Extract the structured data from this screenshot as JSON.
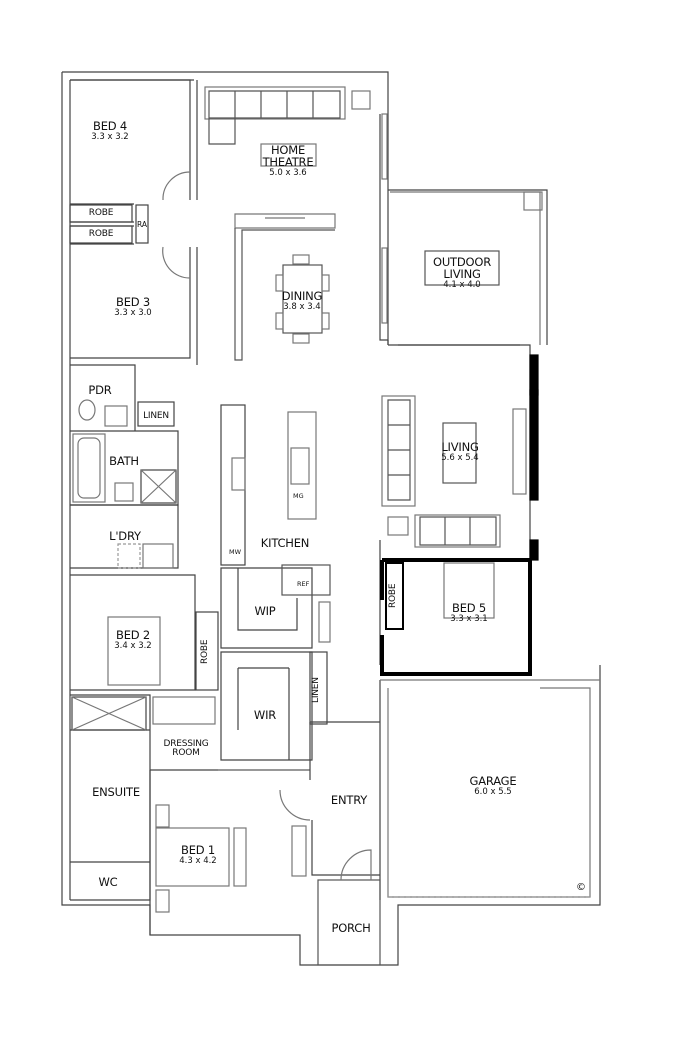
{
  "plan": {
    "type": "residential floor plan",
    "rooms": [
      {
        "id": "bed4",
        "name": "BED 4",
        "dims": "3.3 x 3.2"
      },
      {
        "id": "home_theatre",
        "name": "HOME THEATRE",
        "name_line1": "HOME",
        "name_line2": "THEATRE",
        "dims": "5.0 x 3.6"
      },
      {
        "id": "robe_a",
        "name": "ROBE"
      },
      {
        "id": "robe_b",
        "name": "ROBE"
      },
      {
        "id": "ra",
        "name": "RA"
      },
      {
        "id": "outdoor_living",
        "name": "OUTDOOR LIVING",
        "name_line1": "OUTDOOR",
        "name_line2": "LIVING",
        "dims": "4.1 x 4.0"
      },
      {
        "id": "bed3",
        "name": "BED 3",
        "dims": "3.3 x 3.0"
      },
      {
        "id": "dining",
        "name": "DINING",
        "dims": "3.8 x 3.4"
      },
      {
        "id": "pdr",
        "name": "PDR"
      },
      {
        "id": "linen_1",
        "name": "LINEN"
      },
      {
        "id": "bath",
        "name": "BATH"
      },
      {
        "id": "living",
        "name": "LIVING",
        "dims": "5.6 x 5.4"
      },
      {
        "id": "laundry",
        "name": "L'DRY"
      },
      {
        "id": "kitchen",
        "name": "KITCHEN"
      },
      {
        "id": "mw",
        "name": "MW"
      },
      {
        "id": "mg",
        "name": "MG"
      },
      {
        "id": "ref",
        "name": "REF"
      },
      {
        "id": "wip",
        "name": "WIP"
      },
      {
        "id": "bed5",
        "name": "BED 5",
        "dims": "3.3 x 3.1"
      },
      {
        "id": "robe_bed5",
        "name": "ROBE"
      },
      {
        "id": "bed2",
        "name": "BED 2",
        "dims": "3.4 x 3.2"
      },
      {
        "id": "robe_bed2",
        "name": "ROBE"
      },
      {
        "id": "wir",
        "name": "WIR"
      },
      {
        "id": "linen_2",
        "name": "LINEN"
      },
      {
        "id": "dressing_room",
        "name": "DRESSING ROOM",
        "name_line1": "DRESSING",
        "name_line2": "ROOM"
      },
      {
        "id": "garage",
        "name": "GARAGE",
        "dims": "6.0 x 5.5"
      },
      {
        "id": "ensuite",
        "name": "ENSUITE"
      },
      {
        "id": "entry",
        "name": "ENTRY"
      },
      {
        "id": "bed1",
        "name": "BED 1",
        "dims": "4.3 x 4.2"
      },
      {
        "id": "wc",
        "name": "WC"
      },
      {
        "id": "porch",
        "name": "PORCH"
      }
    ],
    "copyright_symbol": "©",
    "colors": {
      "wall": "#333333",
      "fixture": "#777777",
      "thick_wall": "#000000",
      "background": "#ffffff"
    }
  }
}
